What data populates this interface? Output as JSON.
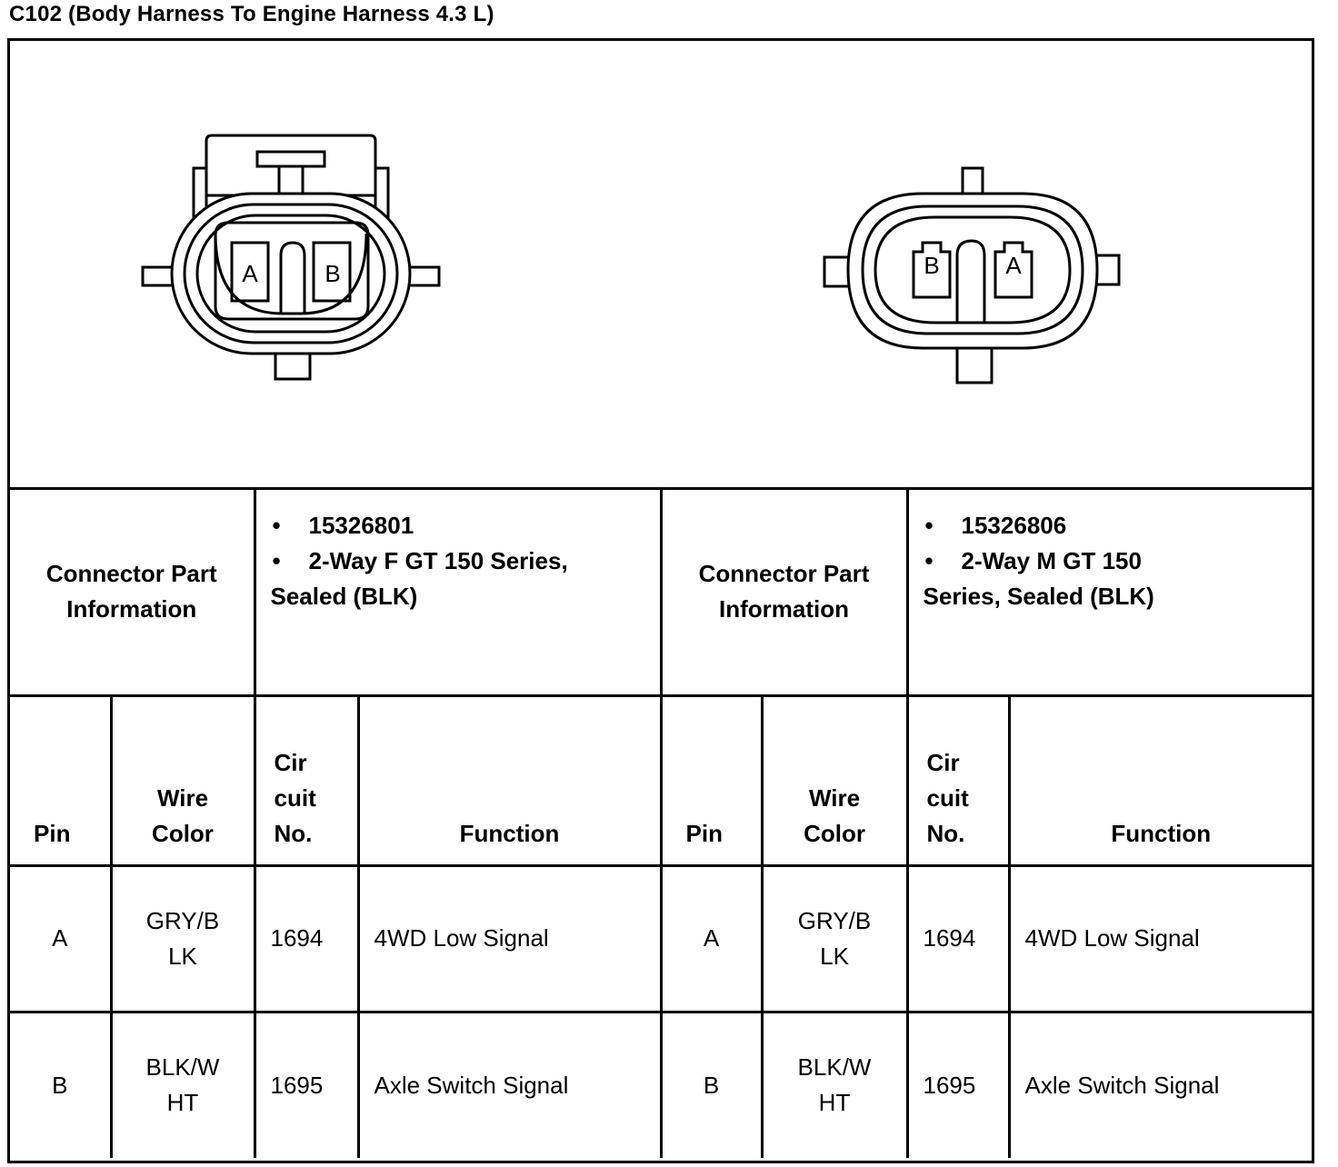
{
  "title": "C102 (Body Harness To Engine Harness 4.3 L)",
  "connectors": [
    {
      "info_label_line1": "Connector Part",
      "info_label_line2": "Information",
      "part_number": "15326801",
      "description_line1": "2-Way F GT 150 Series,",
      "description_line2": "Sealed (BLK)",
      "diagram_cavities": [
        "A",
        "B"
      ]
    },
    {
      "info_label_line1": "Connector Part",
      "info_label_line2": "Information",
      "part_number": "15326806",
      "description_line1": "2-Way M GT 150",
      "description_line2": "Series, Sealed (BLK)",
      "diagram_cavities": [
        "B",
        "A"
      ]
    }
  ],
  "headers": {
    "pin": "Pin",
    "wire_color_line1": "Wire",
    "wire_color_line2": "Color",
    "circuit_line1": "Cir",
    "circuit_line2": "cuit",
    "circuit_line3": "No.",
    "function": "Function"
  },
  "rows": [
    {
      "pin": "A",
      "wire_line1": "GRY/B",
      "wire_line2": "LK",
      "circuit": "1694",
      "function": "4WD Low Signal"
    },
    {
      "pin": "B",
      "wire_line1": "BLK/W",
      "wire_line2": "HT",
      "circuit": "1695",
      "function": "Axle Switch Signal"
    }
  ],
  "bullet": "•"
}
